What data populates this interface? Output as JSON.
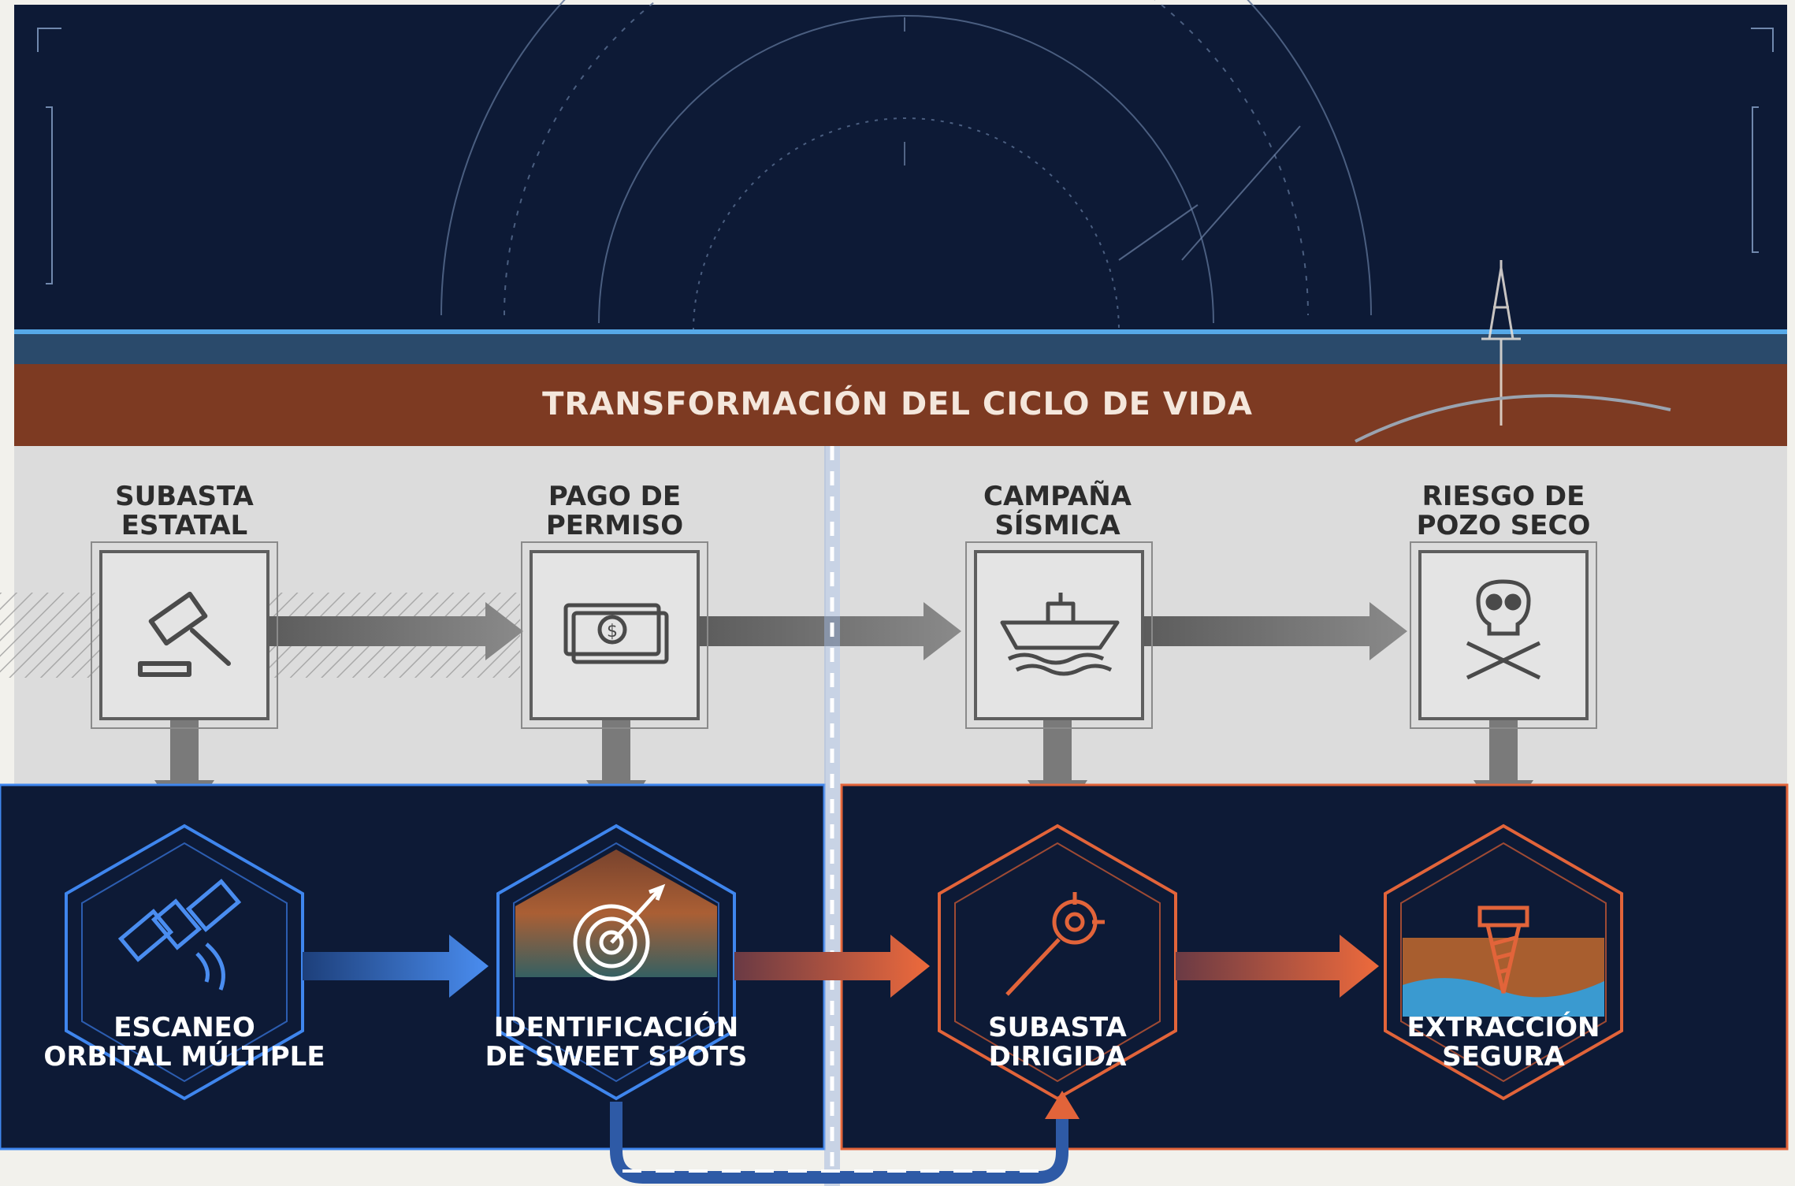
{
  "title": "TRANSFORMACIÓN DEL CICLO DE VIDA",
  "colors": {
    "navy": "#0d1a36",
    "gray_panel": "#dcdcdc",
    "rust_band": "#7d3a22",
    "blue_accent": "#3f86ee",
    "orange_accent": "#e2643a"
  },
  "traditional_steps": [
    {
      "line1": "SUBASTA",
      "line2": "ESTATAL",
      "icon": "gavel-icon"
    },
    {
      "line1": "PAGO DE",
      "line2": "PERMISO",
      "icon": "money-icon"
    },
    {
      "line1": "CAMPAÑA",
      "line2": "SÍSMICA",
      "icon": "ship-icon"
    },
    {
      "line1": "RIESGO DE",
      "line2": "POZO SECO",
      "icon": "skull-icon"
    }
  ],
  "new_steps": [
    {
      "line1": "ESCANEO",
      "line2": "ORBITAL MÚLTIPLE",
      "icon": "satellite-icon"
    },
    {
      "line1": "IDENTIFICACIÓN",
      "line2": "DE SWEET SPOTS",
      "icon": "target-icon"
    },
    {
      "line1": "SUBASTA",
      "line2": "DIRIGIDA",
      "icon": "crosshair-icon"
    },
    {
      "line1": "EXTRACCIÓN",
      "line2": "SEGURA",
      "icon": "drill-icon"
    }
  ]
}
